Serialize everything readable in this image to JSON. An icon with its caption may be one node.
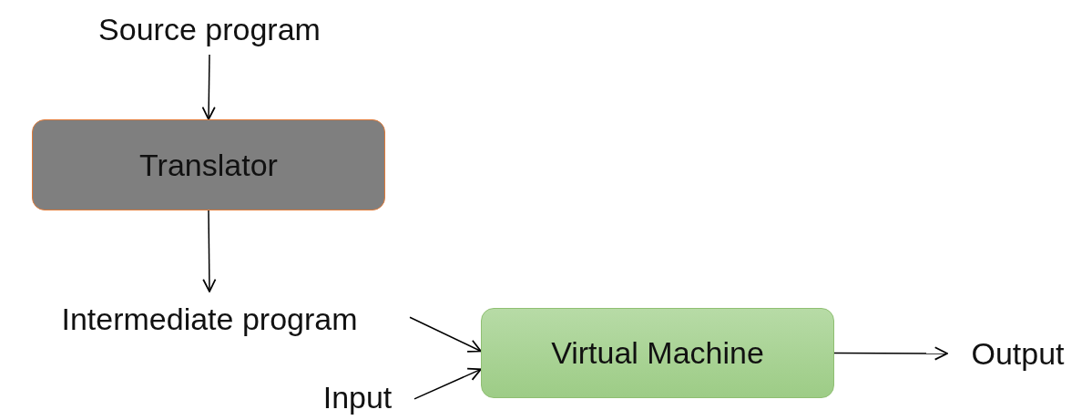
{
  "diagram": {
    "nodes": [
      {
        "text": [
          "Source program"
        ]
      },
      {
        "text": [
          "Translator"
        ]
      },
      {
        "text": [
          "Intermediate program"
        ]
      },
      {
        "text": [
          "Virtual Machine"
        ]
      },
      {
        "text": [
          "Input"
        ]
      },
      {
        "text": [
          "Output"
        ]
      }
    ],
    "edges": [
      {
        "from": 0,
        "to": 1,
        "arrow": "to"
      },
      {
        "from": 1,
        "to": 2,
        "arrow": "to"
      },
      {
        "from": 2,
        "to": 3,
        "arrow": "to"
      },
      {
        "from": 4,
        "to": 3,
        "arrow": "to"
      },
      {
        "from": 3,
        "to": 5,
        "arrow": "to"
      }
    ]
  }
}
